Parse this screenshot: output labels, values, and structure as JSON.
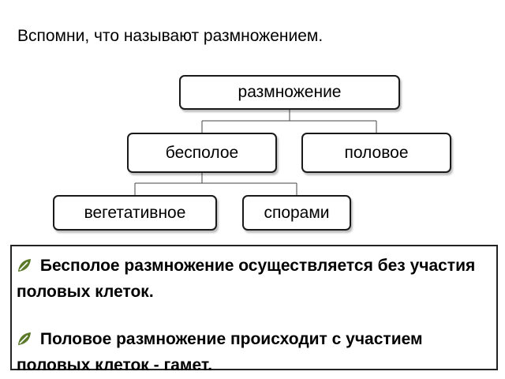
{
  "question": "Вспомни, что называют размножением.",
  "diagram": {
    "root": "размножение",
    "asexual": "бесполое",
    "sexual": "половое",
    "vegetative": "вегетативное",
    "spores": "спорами"
  },
  "info": {
    "asexual_text": "Бесполое размножение осуществляется без участия половых клеток.",
    "sexual_text": "Половое размножение происходит с участием половых клеток - гамет."
  },
  "colors": {
    "bullet": "#5a7a2a",
    "border": "#1a1a1a"
  },
  "icons": {
    "bullet": "leaf-bullet-icon"
  }
}
